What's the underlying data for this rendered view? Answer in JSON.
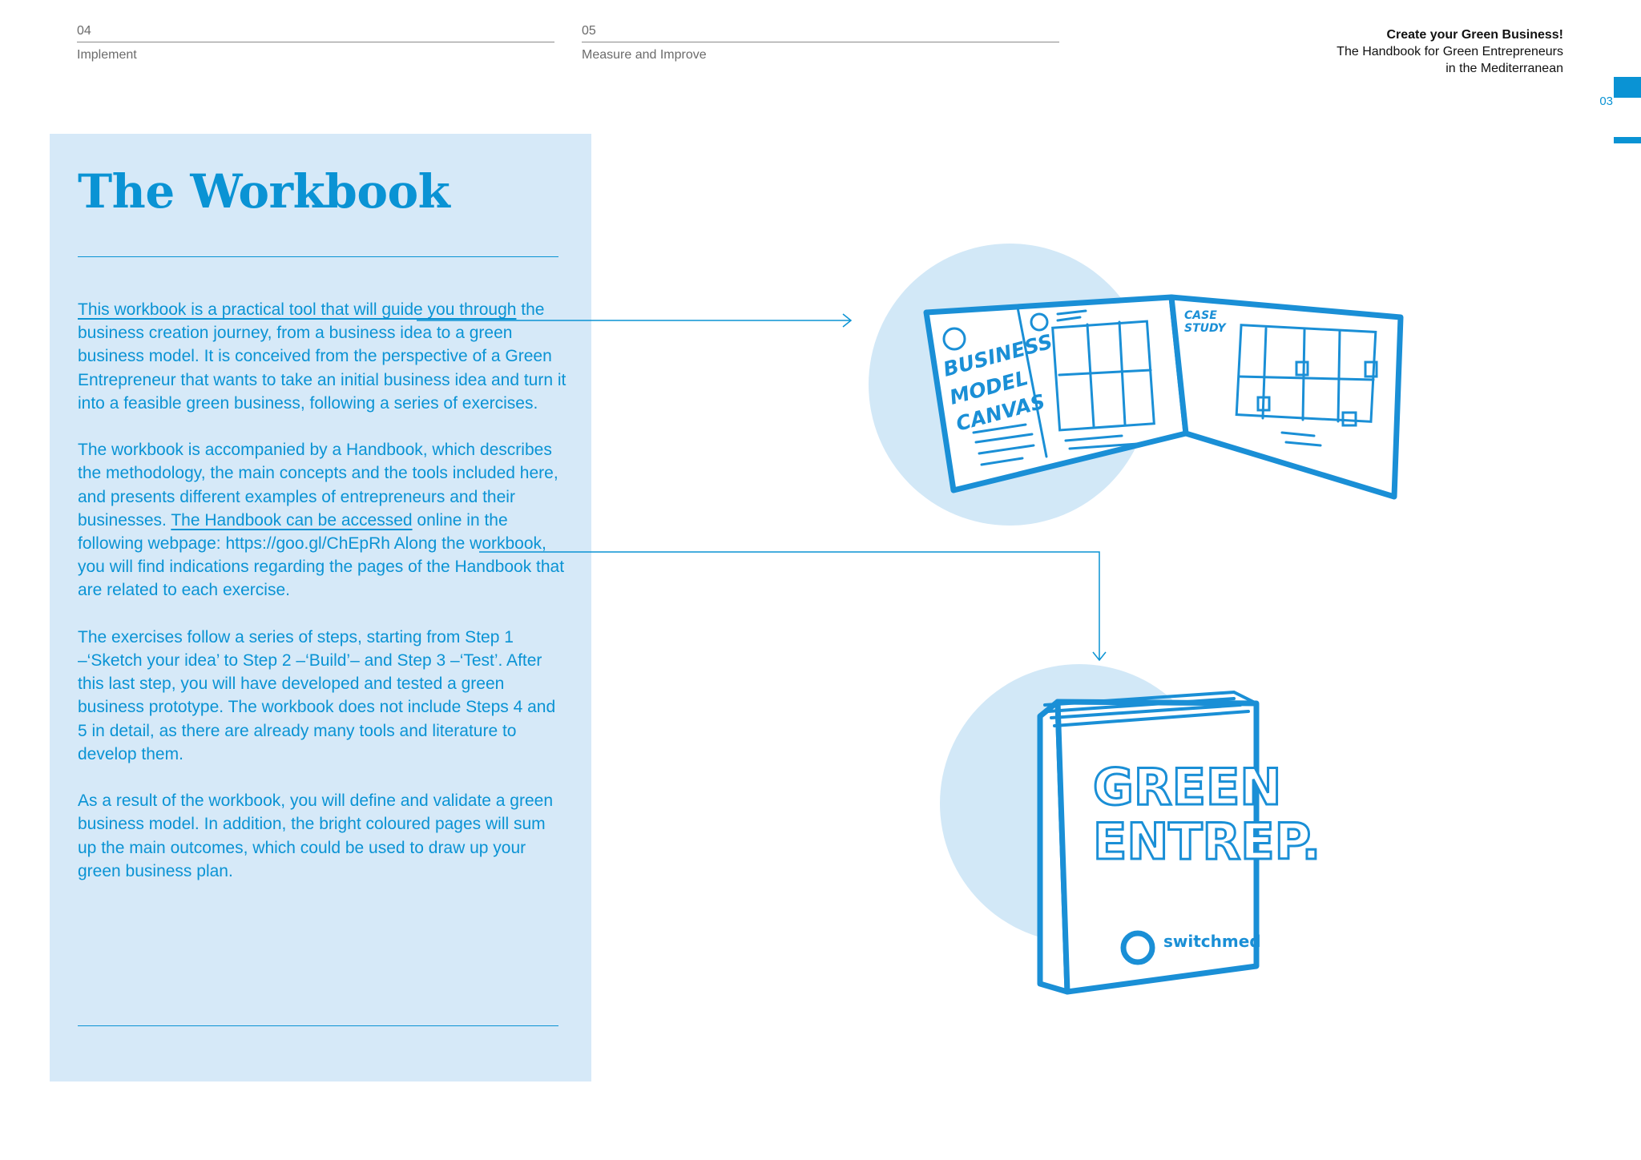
{
  "header": {
    "sections": [
      {
        "number": "04",
        "label": "Implement"
      },
      {
        "number": "05",
        "label": "Measure and Improve"
      }
    ],
    "book_title": {
      "line1": "Create your Green Business!",
      "line2": "The Handbook for Green Entrepreneurs",
      "line3": "in the Mediterranean"
    },
    "page_number": "03"
  },
  "panel": {
    "title": "The Workbook",
    "p1": {
      "underlined": "This workbook is a practical tool that will guide you through",
      "rest": " the business creation journey, from a business idea to a green business model. It is conceived from the perspective of a Green Entrepreneur that wants to take an initial business idea and turn it into a feasible green business, following a series of exercises."
    },
    "p2": {
      "before": "The workbook is accompanied by a Handbook, which describes the methodology, the main concepts and the tools included here, and presents different examples of entrepreneurs and their businesses. ",
      "underlined": "The Handbook can be accessed",
      "after": " online in the following webpage: https://goo.gl/ChEpRh Along the workbook, you will find indications regarding the pages of the Handbook that are related to each exercise."
    },
    "p3": "The exercises follow a series of steps, starting from Step 1 –‘Sketch your idea’ to Step 2 –‘Build’– and Step 3 –‘Test’. After this last step, you will have developed and tested a green business prototype. The workbook does not include Steps 4 and 5 in detail, as there are already many tools and literature to develop them.",
    "p4": "As a result of the workbook, you will define and validate a green business model. In addition, the bright coloured pages will sum up the main outcomes, which could be used to draw up your green business plan."
  },
  "illustrations": {
    "canvas_sketch": {
      "left_page_text": [
        "BUSINESS",
        "MODEL",
        "CANVAS"
      ],
      "right_page_text": [
        "CASE",
        "STUDY"
      ]
    },
    "book_sketch": {
      "cover_text": [
        "GREEN",
        "ENTREP."
      ],
      "logo_text": "switchmed"
    }
  },
  "colors": {
    "accent": "#0a93d4",
    "panel_bg": "#d6e9f8",
    "circle_bg": "#d2e8f7"
  }
}
